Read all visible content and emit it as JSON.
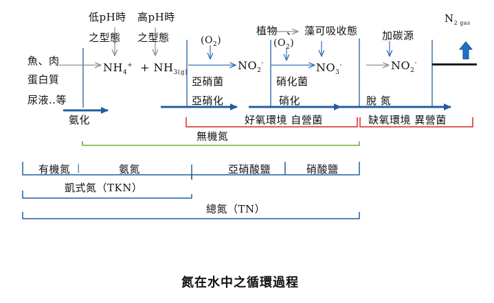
{
  "sources": {
    "line1": "魚、肉",
    "line2": "蛋白質",
    "line3": "尿液..等"
  },
  "species": {
    "nh4": "NH",
    "nh4_sub": "4",
    "nh4_sup": "+",
    "nh3": "+ NH",
    "nh3_sub": "3(g)",
    "no2a": "NO",
    "no2a_sub": "2",
    "no2a_sup": "-",
    "no3": "NO",
    "no3_sub": "3",
    "no3_sup": "-",
    "no2b": "NO",
    "no2b_sub": "2",
    "no2b_sup": "-",
    "n2": "N",
    "n2_sub": "2 gas"
  },
  "annotations": {
    "low_ph_1": "低pH時",
    "low_ph_2": "之型態",
    "high_ph_1": "高pH時",
    "high_ph_2": "之型態",
    "o2_a": "(O",
    "o2_a_sub": "2",
    "o2_a_end": ")",
    "plants_1": "植物",
    "plants_sep": "、",
    "plants_2": "藻可吸收態",
    "o2_b": "(O",
    "o2_b_sub": "2",
    "o2_b_end": ")",
    "carbon": "加碳源",
    "nitrosomonas": "亞硝菌",
    "nitrobacter": "硝化菌"
  },
  "processes": {
    "ammonification": "氨化",
    "nitritation": "亞硝化",
    "nitratation": "硝化",
    "denitrification": "脫  氮"
  },
  "conditions": {
    "aerobic": "好氧環境 自營菌",
    "anoxic": "缺氧環境 異營菌"
  },
  "groups": {
    "inorganic": "無機氮",
    "organic": "有機氮",
    "ammonia": "氨氮",
    "nitrite": "亞硝酸鹽",
    "nitrate": "硝酸鹽",
    "tkn": "凱式氮（TKN）",
    "tn": "總氮（TN）"
  },
  "caption": "氮在水中之循環過程",
  "colors": {
    "blue": "#1f5da0",
    "arrow_blue": "#2f6db5",
    "gray": "#8c8c8c",
    "red": "#e02020",
    "green": "#6fb030",
    "n2_arrow": "#1f6fc9"
  }
}
